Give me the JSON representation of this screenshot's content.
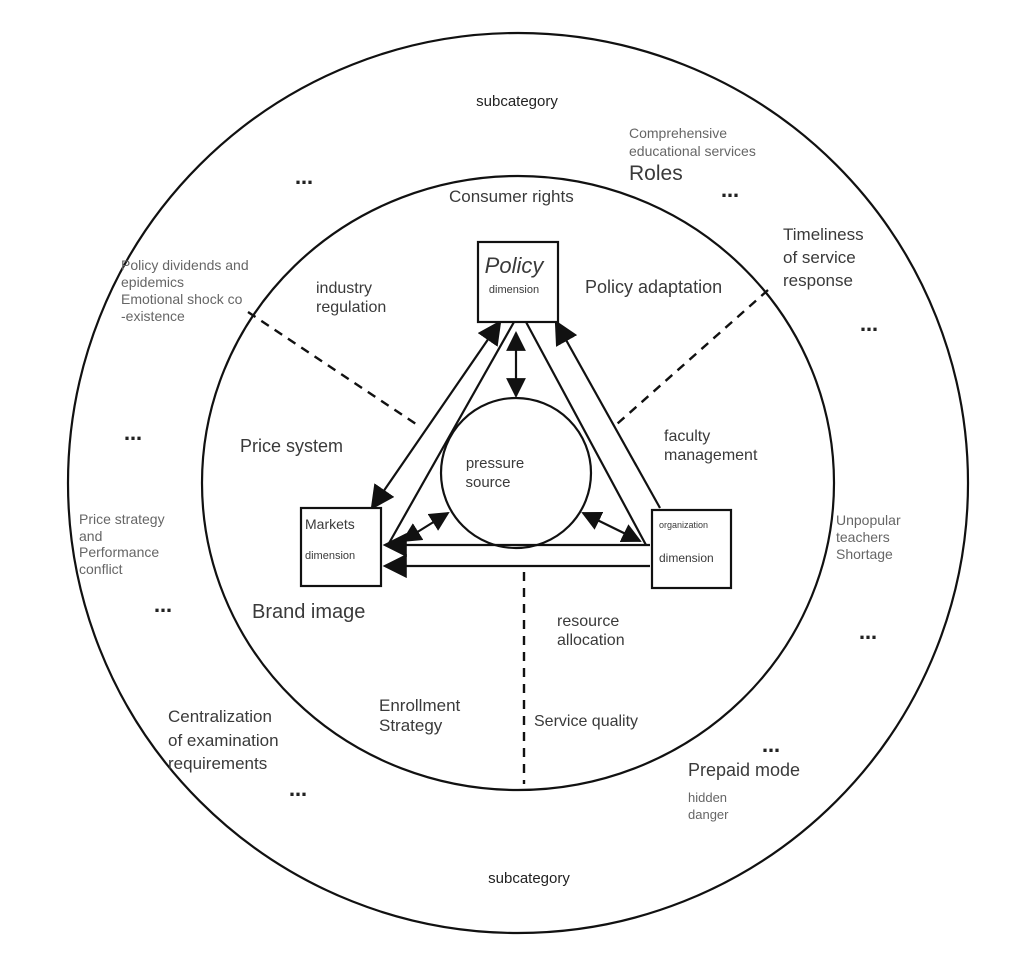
{
  "outer_ring": {
    "top_title": "subcategory",
    "bottom_title": "subcategory",
    "ellipsis": "…",
    "labels": {
      "comprehensive_l1": "Comprehensive",
      "comprehensive_l2": "educational services",
      "roles": "Roles",
      "timeliness_l1": "Timeliness",
      "timeliness_l2": "of service",
      "timeliness_l3": "response",
      "policy_dividends_l1": "Policy dividends and",
      "policy_dividends_l2": "epidemics",
      "policy_dividends_l3": "Emotional shock co",
      "policy_dividends_l4": "-existence",
      "price_strategy_l1": "Price strategy",
      "price_strategy_l2": "and",
      "price_strategy_l3": "Performance",
      "price_strategy_l4": "conflict",
      "unpopular_l1": "Unpopular",
      "unpopular_l2": "teachers",
      "unpopular_l3": "Shortage",
      "centralization_l1": "Centralization",
      "centralization_l2": "of examination",
      "centralization_l3": "requirements",
      "prepaid_mode": "Prepaid mode",
      "hidden_l1": "hidden",
      "hidden_l2": "danger"
    }
  },
  "inner_ring": {
    "consumer_rights": "Consumer rights",
    "industry_l1": "industry",
    "industry_l2": "regulation",
    "policy_adaptation": "Policy adaptation",
    "price_system": "Price system",
    "faculty_l1": "faculty",
    "faculty_l2": "management",
    "brand_image": "Brand image",
    "resource_l1": "resource",
    "resource_l2": "allocation",
    "enrollment_l1": "Enrollment",
    "enrollment_l2": "Strategy",
    "service_quality": "Service quality"
  },
  "core": {
    "policy_title": "Policy",
    "policy_sub": "dimension",
    "markets_title": "Markets",
    "markets_sub": "dimension",
    "organization_title": "organization",
    "organization_sub": "dimension",
    "pressure_l1": "pressure",
    "pressure_l2": "source"
  }
}
